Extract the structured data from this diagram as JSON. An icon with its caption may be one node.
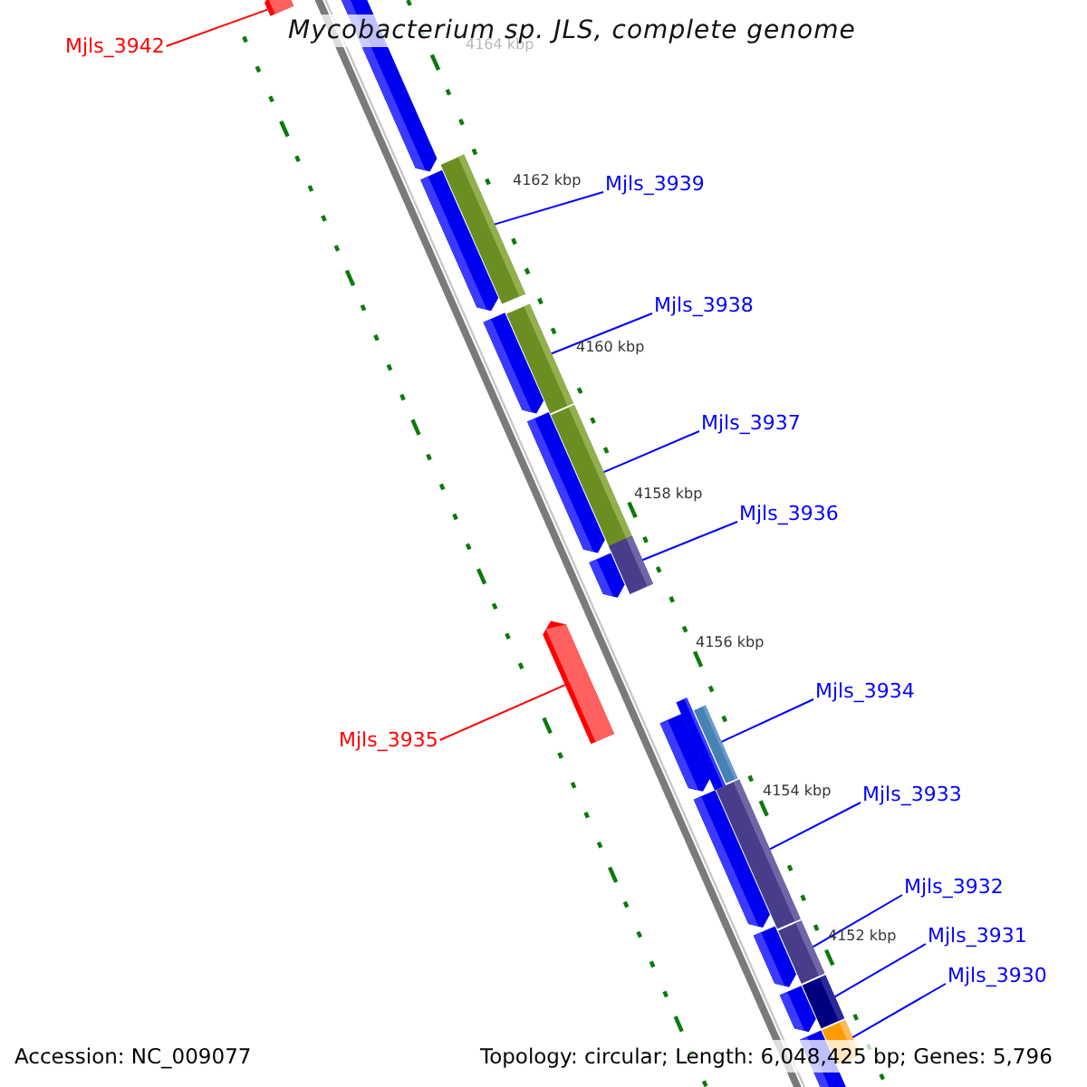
{
  "diagram": {
    "title": "Mycobacterium sp. JLS, complete genome",
    "nodes": [
      {
        "text": [
          "Mjls_3942"
        ]
      },
      {
        "text": [],
        "shape": "bar"
      },
      {
        "text": [
          "Mjls_3939"
        ]
      },
      {
        "text": [],
        "shape": "bar"
      },
      {
        "text": [
          "Mjls_3938"
        ]
      },
      {
        "text": [],
        "shape": "bar"
      },
      {
        "text": [
          "Mjls_3937"
        ]
      },
      {
        "text": [],
        "shape": "bar"
      },
      {
        "text": [
          "Mjls_3936"
        ]
      },
      {
        "text": [],
        "shape": "bar"
      },
      {
        "text": [
          "Mjls_3935"
        ]
      },
      {
        "text": [],
        "shape": "bar"
      },
      {
        "text": [
          "Mjls_3934"
        ]
      },
      {
        "text": [],
        "shape": "bar"
      },
      {
        "text": [
          "Mjls_3933"
        ]
      },
      {
        "text": [],
        "shape": "bar"
      },
      {
        "text": [
          "Mjls_3932"
        ]
      },
      {
        "text": [],
        "shape": "bar"
      },
      {
        "text": [
          "Mjls_3931"
        ]
      },
      {
        "text": [],
        "shape": "bar"
      },
      {
        "text": [
          "Mjls_3930"
        ]
      },
      {
        "text": [],
        "shape": "bar"
      }
    ],
    "edges": [
      {
        "from": 0,
        "to": 1,
        "arrow": "none",
        "color": "#ff0000"
      },
      {
        "from": 2,
        "to": 3,
        "arrow": "none"
      },
      {
        "from": 4,
        "to": 5,
        "arrow": "none"
      },
      {
        "from": 6,
        "to": 7,
        "arrow": "none"
      },
      {
        "from": 8,
        "to": 9,
        "arrow": "none"
      },
      {
        "from": 10,
        "to": 11,
        "arrow": "none",
        "color": "#ff0000"
      },
      {
        "from": 12,
        "to": 13,
        "arrow": "none"
      },
      {
        "from": 14,
        "to": 15,
        "arrow": "none"
      },
      {
        "from": 16,
        "to": 17,
        "arrow": "none"
      },
      {
        "from": 18,
        "to": 19,
        "arrow": "none"
      },
      {
        "from": 20,
        "to": 21,
        "arrow": "none"
      }
    ],
    "labels": [
      "4164 kbp",
      "4162 kbp",
      "4160 kbp",
      "4158 kbp",
      "4156 kbp",
      "4154 kbp",
      "4152 kbp",
      "Accession: NC_009077",
      "Topology: circular; Length: 6,048,425 bp; Genes: 5,796"
    ]
  }
}
